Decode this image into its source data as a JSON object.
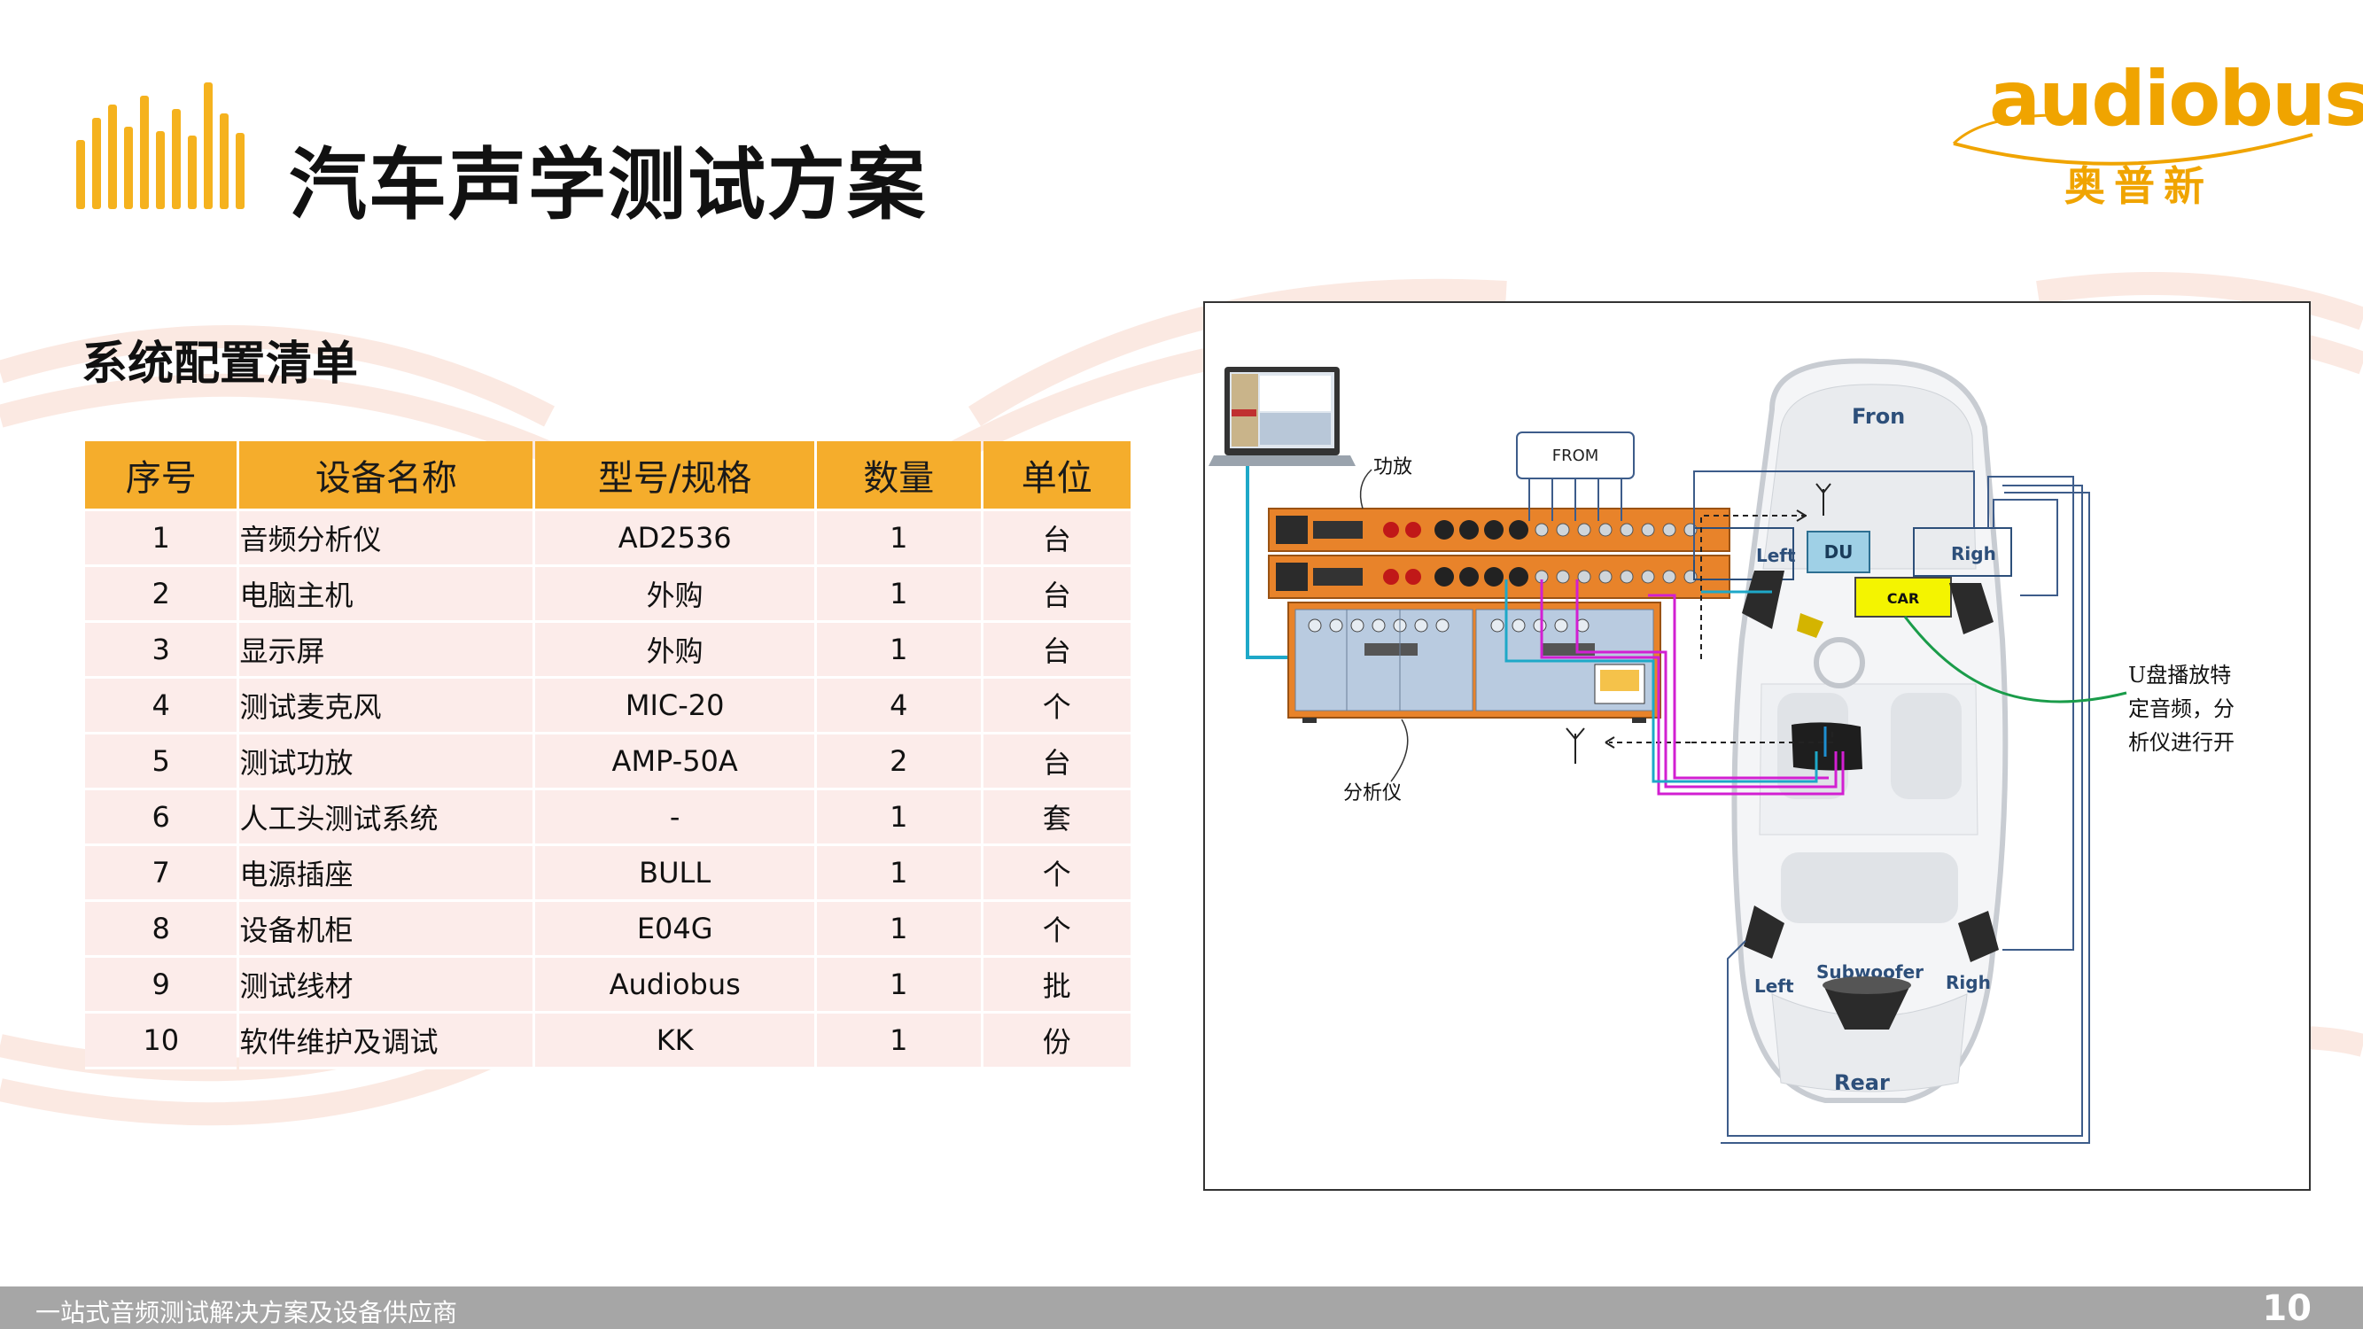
{
  "header": {
    "title": "汽车声学测试方案"
  },
  "brand": {
    "name": "audiobus",
    "cn_name": "奥普新",
    "color": "#f0a400"
  },
  "section": {
    "title": "系统配置清单"
  },
  "table": {
    "headers": [
      "序号",
      "设备名称",
      "型号/规格",
      "数量",
      "单位"
    ],
    "rows": [
      {
        "no": "1",
        "name": "音频分析仪",
        "model": "AD2536",
        "qty": "1",
        "unit": "台"
      },
      {
        "no": "2",
        "name": "电脑主机",
        "model": "外购",
        "qty": "1",
        "unit": "台"
      },
      {
        "no": "3",
        "name": "显示屏",
        "model": "外购",
        "qty": "1",
        "unit": "台"
      },
      {
        "no": "4",
        "name": "测试麦克风",
        "model": "MIC-20",
        "qty": "4",
        "unit": "个"
      },
      {
        "no": "5",
        "name": "测试功放",
        "model": "AMP-50A",
        "qty": "2",
        "unit": "台"
      },
      {
        "no": "6",
        "name": "人工头测试系统",
        "model": "-",
        "qty": "1",
        "unit": "套"
      },
      {
        "no": "7",
        "name": "电源插座",
        "model": "BULL",
        "qty": "1",
        "unit": "个"
      },
      {
        "no": "8",
        "name": "设备机柜",
        "model": "E04G",
        "qty": "1",
        "unit": "个"
      },
      {
        "no": "9",
        "name": "测试线材",
        "model": "Audiobus",
        "qty": "1",
        "unit": "批"
      },
      {
        "no": "10",
        "name": "软件维护及调试",
        "model": "KK",
        "qty": "1",
        "unit": "份"
      }
    ],
    "header_color": "#f5ad2c",
    "row_color": "#fcecea"
  },
  "diagram": {
    "amp_label": "功放",
    "analyzer_label": "分析仪",
    "from_label": "FROM",
    "du_label": "DU",
    "car_label": "CAR",
    "front_label": "Fron",
    "rear_label": "Rear",
    "front_left_label": "Left",
    "front_right_label": "Righ",
    "rear_left_label": "Left",
    "rear_right_label": "Righ",
    "subwoofer_label": "Subwoofer",
    "note_lines": [
      "U盘播放特",
      "定音频，分",
      "析仪进行开"
    ]
  },
  "footer": {
    "text": "一站式音频测试解决方案及设备供应商",
    "page_number": "10"
  }
}
